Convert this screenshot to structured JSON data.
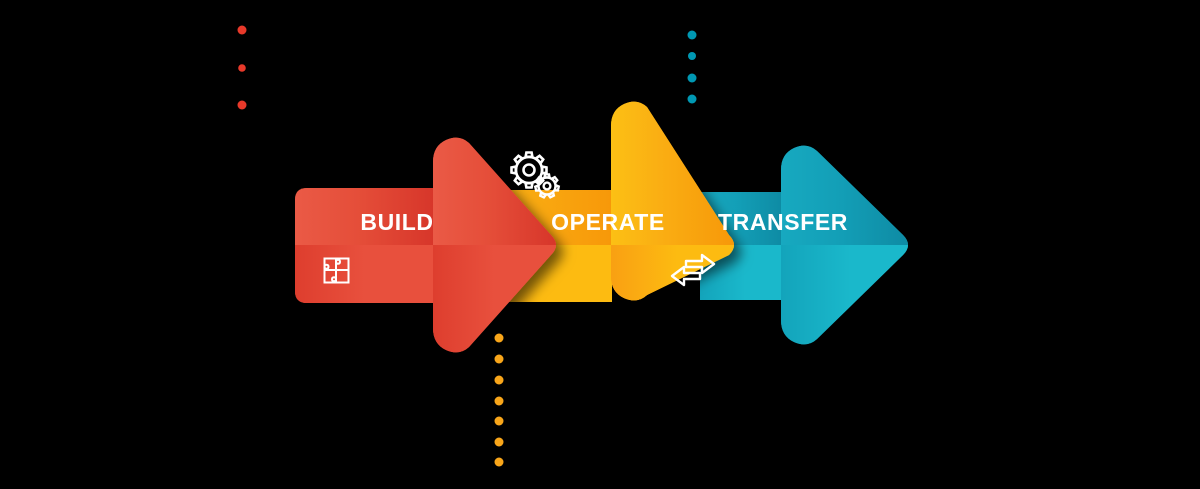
{
  "diagram": {
    "title": "Build Operate Transfer process arrows",
    "type": "process-flow",
    "background_color": "#000000",
    "stages": [
      {
        "id": "build",
        "label": "BUILD",
        "icon": "puzzle-icon",
        "color_top": "#e8523f",
        "color_bottom": "#e03c2d",
        "label_color": "#ffffff",
        "order": 1
      },
      {
        "id": "operate",
        "label": "OPERATE",
        "icon": "gears-icon",
        "color_top": "#f9a61a",
        "color_bottom": "#fcb813",
        "label_color": "#ffffff",
        "order": 2
      },
      {
        "id": "transfer",
        "label": "TRANSFER",
        "icon": "exchange-arrows-icon",
        "color_top": "#1291ad",
        "color_bottom": "#16b2c6",
        "label_color": "#ffffff",
        "order": 3
      }
    ],
    "decorations": [
      {
        "id": "red-dots",
        "color": "#e8392a",
        "count": 3,
        "orientation": "vertical"
      },
      {
        "id": "teal-dots",
        "color": "#0098b3",
        "count": 4,
        "orientation": "vertical"
      },
      {
        "id": "orange-dots",
        "color": "#f9a61a",
        "count": 7,
        "orientation": "vertical"
      }
    ]
  }
}
